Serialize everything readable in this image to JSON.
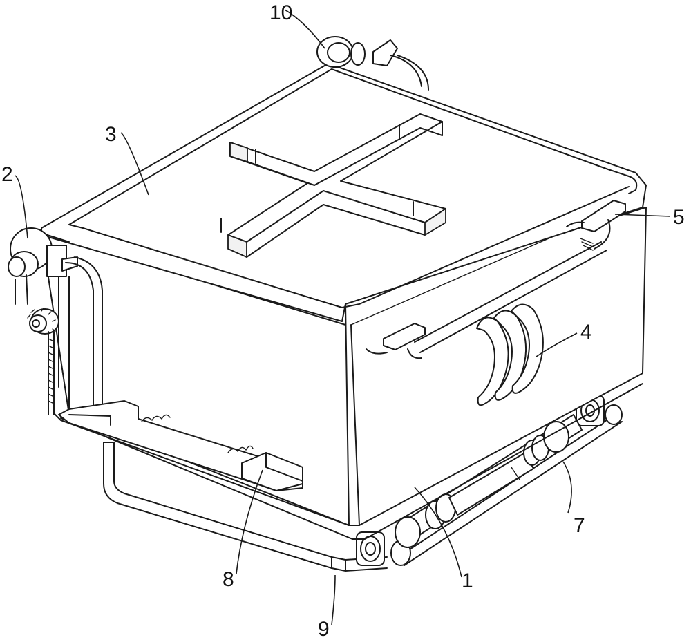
{
  "callouts": [
    {
      "id": "1",
      "text": "1"
    },
    {
      "id": "2",
      "text": "2"
    },
    {
      "id": "3",
      "text": "3"
    },
    {
      "id": "4",
      "text": "4"
    },
    {
      "id": "5",
      "text": "5"
    },
    {
      "id": "7",
      "text": "7"
    },
    {
      "id": "8",
      "text": "8"
    },
    {
      "id": "9",
      "text": "9"
    },
    {
      "id": "10",
      "text": "10"
    }
  ],
  "colors": {
    "line": "#1a1a1a",
    "background": "#ffffff"
  }
}
